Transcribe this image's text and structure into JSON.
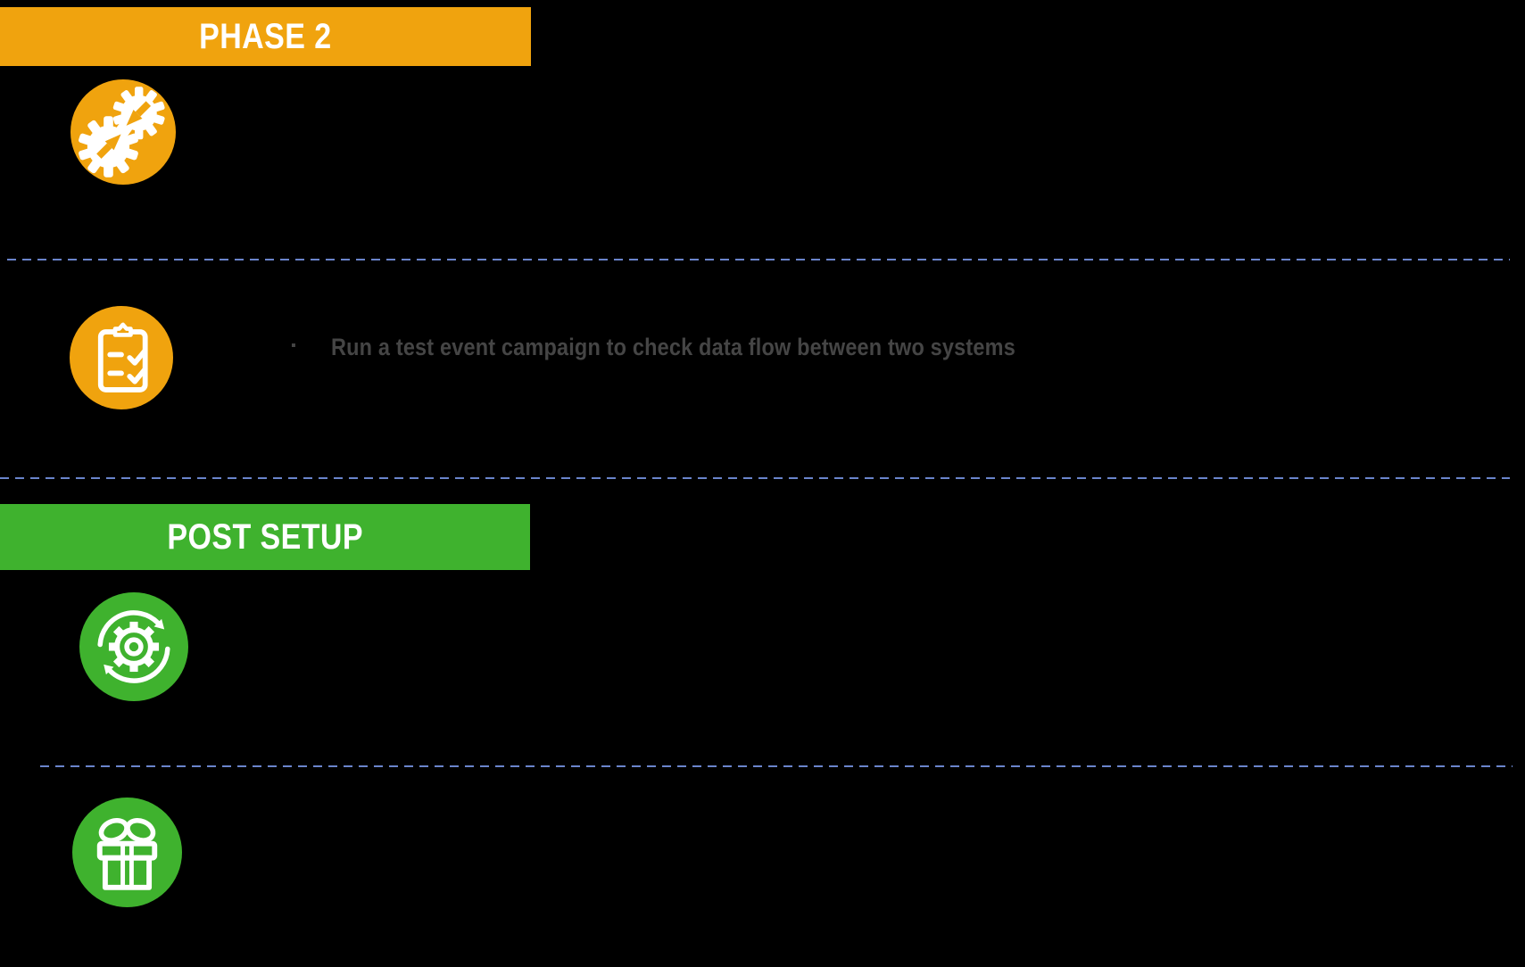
{
  "slide": {
    "background": "#000000",
    "divider": {
      "color": "#6A84CB",
      "style": "dashed"
    },
    "phase2_section": {
      "banner_label": "PHASE 2",
      "banner_color": "#F0A30E",
      "banner_text_color": "#FFFFFF",
      "icon_color": "#F0A30E",
      "icons": [
        {
          "name": "gears-sync-icon"
        },
        {
          "name": "checklist-clipboard-icon"
        }
      ],
      "bullets": [
        {
          "marker": "▪",
          "text": "Run a test event campaign to check data flow between two systems",
          "text_color": "#454545"
        }
      ]
    },
    "post_setup_section": {
      "banner_label": "POST SETUP",
      "banner_color": "#3FB22E",
      "banner_text_color": "#FFFFFF",
      "icon_color": "#3FB22E",
      "icons": [
        {
          "name": "process-cycle-icon"
        },
        {
          "name": "gift-icon"
        }
      ]
    }
  }
}
